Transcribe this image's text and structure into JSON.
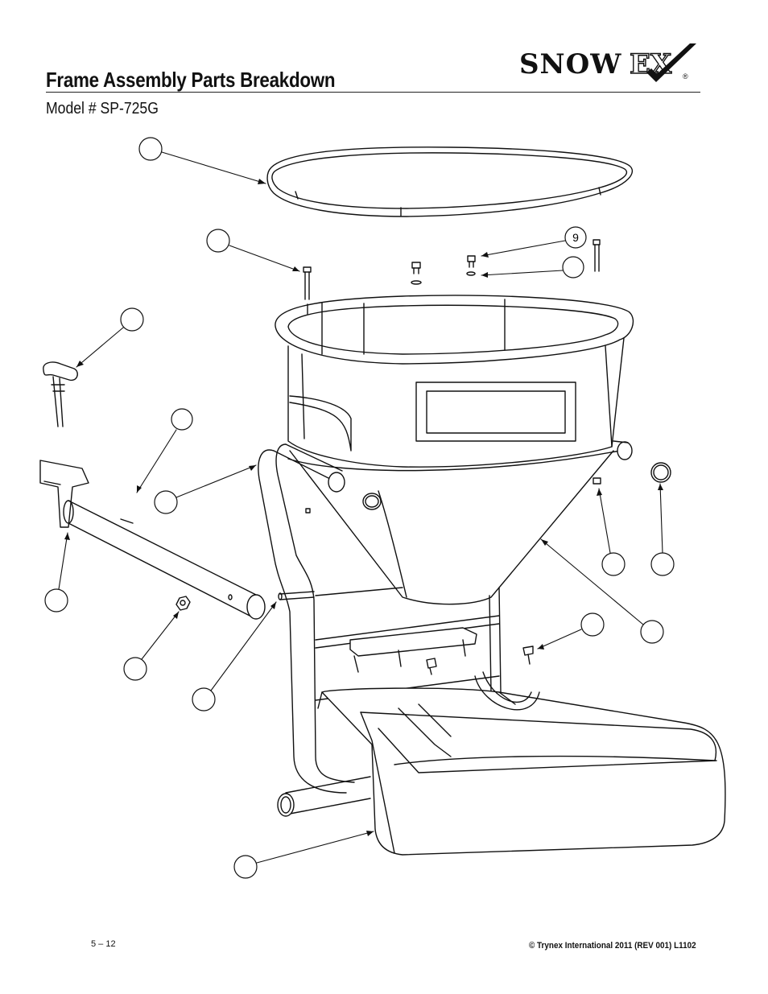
{
  "header": {
    "title": "Frame Assembly Parts Breakdown",
    "model": "Model # SP-725G",
    "logo": {
      "text_main": "SNOW",
      "text_ex": "EX",
      "registered": "®"
    }
  },
  "diagram": {
    "callout_labels": [
      "9"
    ]
  },
  "footer": {
    "page_number": "5 – 12",
    "copyright": "© Trynex International 2011  (REV 001)  L1102"
  }
}
